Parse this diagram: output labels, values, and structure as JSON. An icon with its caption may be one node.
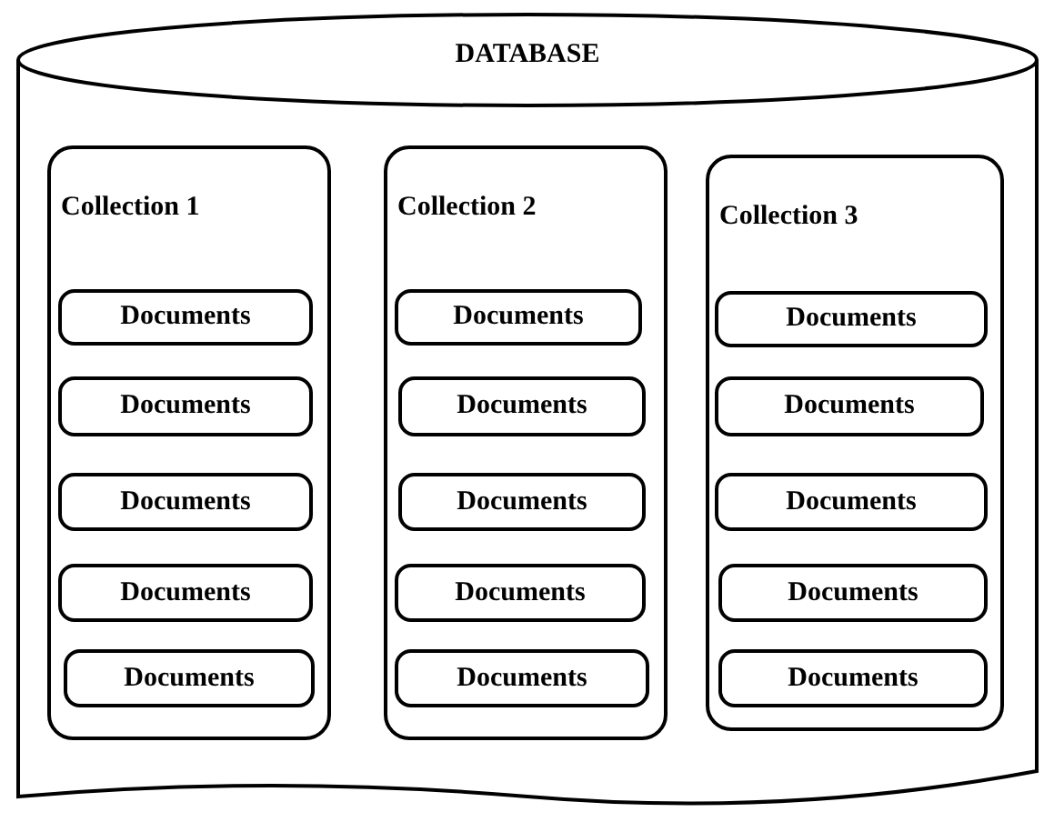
{
  "diagram": {
    "nodes": [
      {
        "text": [
          "DATABASE"
        ]
      },
      {
        "text": [
          "Collection 1"
        ],
        "in": 0
      },
      {
        "text": [
          "Documents"
        ],
        "in": 1
      },
      {
        "text": [
          "Documents"
        ],
        "in": 1
      },
      {
        "text": [
          "Documents"
        ],
        "in": 1
      },
      {
        "text": [
          "Documents"
        ],
        "in": 1
      },
      {
        "text": [
          "Documents"
        ],
        "in": 1
      },
      {
        "text": [
          "Collection 2"
        ],
        "in": 0
      },
      {
        "text": [
          "Documents"
        ],
        "in": 7
      },
      {
        "text": [
          "Documents"
        ],
        "in": 7
      },
      {
        "text": [
          "Documents"
        ],
        "in": 7
      },
      {
        "text": [
          "Documents"
        ],
        "in": 7
      },
      {
        "text": [
          "Documents"
        ],
        "in": 7
      },
      {
        "text": [
          "Collection 3"
        ],
        "in": 0
      },
      {
        "text": [
          "Documents"
        ],
        "in": 13
      },
      {
        "text": [
          "Documents"
        ],
        "in": 13
      },
      {
        "text": [
          "Documents"
        ],
        "in": 13
      },
      {
        "text": [
          "Documents"
        ],
        "in": 13
      },
      {
        "text": [
          "Documents"
        ],
        "in": 13
      }
    ]
  }
}
